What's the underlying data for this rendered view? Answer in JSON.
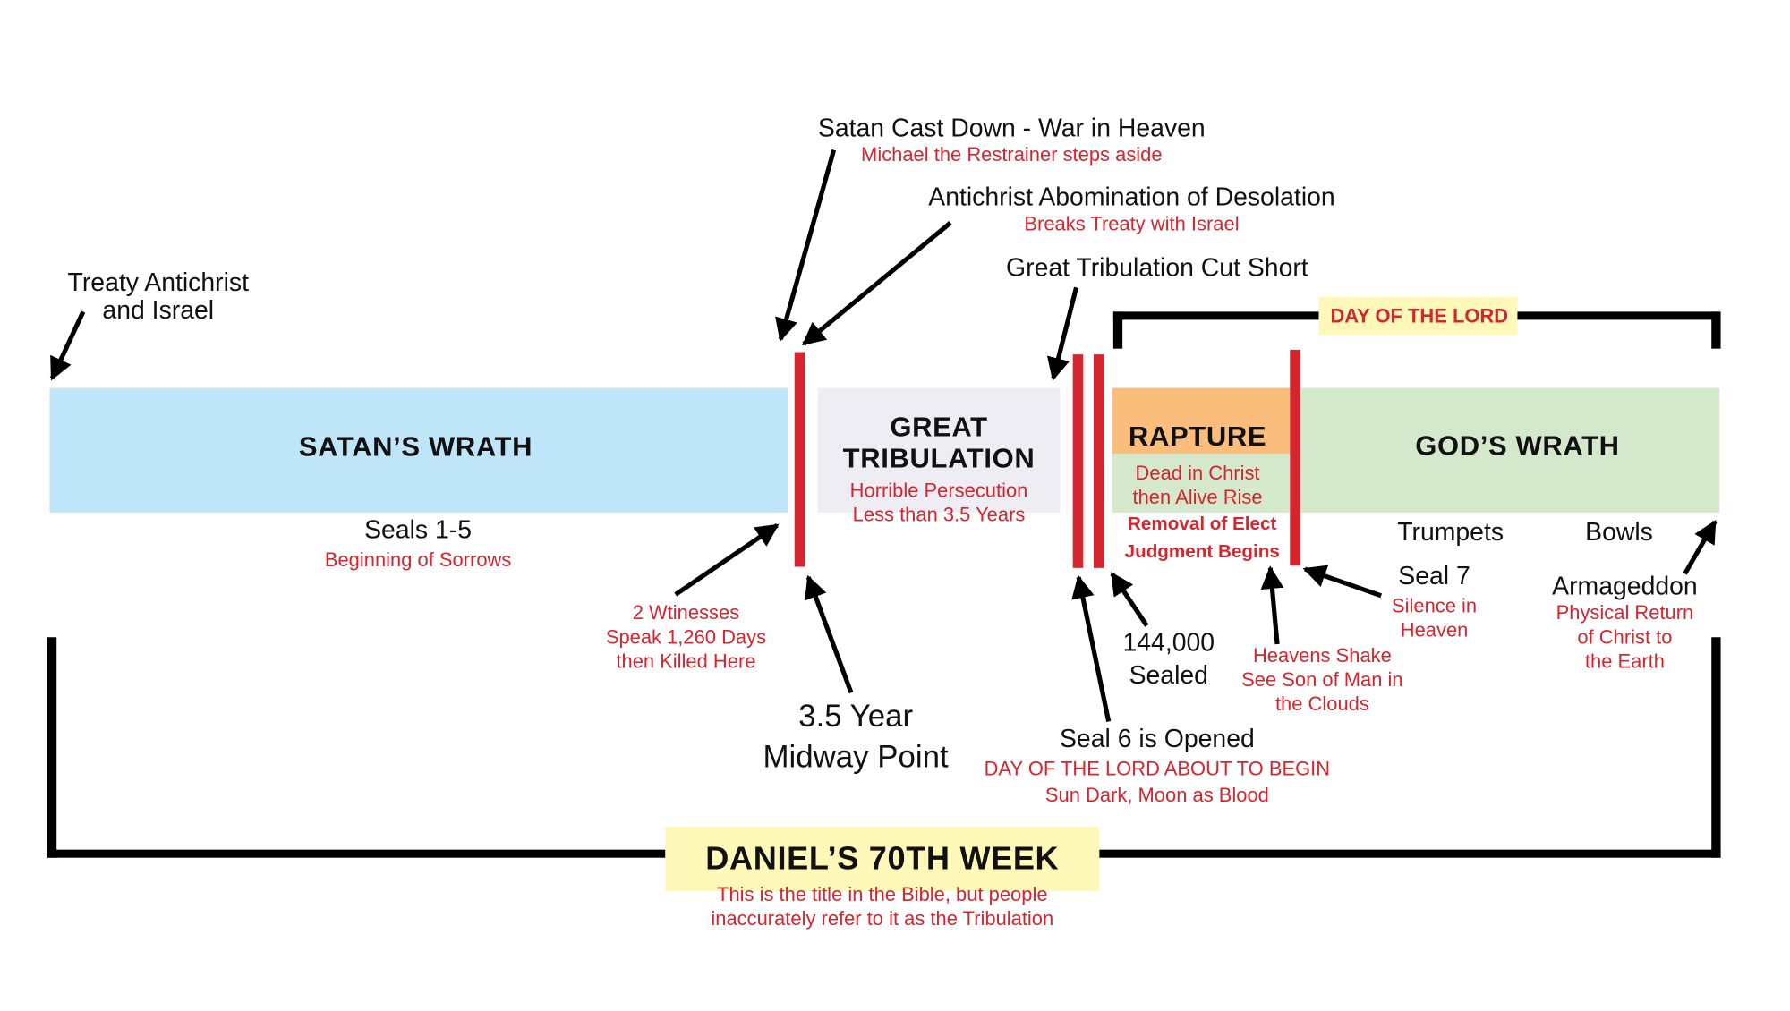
{
  "colors": {
    "satan": "#bfe5f8",
    "tribulation": "#eeedf4",
    "rapture": "#fbbd7c",
    "gods_wrath": "#d4e8cc",
    "label_bg": "#fef9b8",
    "red": "#d5252f"
  },
  "treaty": [
    "Treaty Antichrist",
    "and Israel"
  ],
  "satan_cast_down": {
    "title": "Satan Cast Down - War in Heaven",
    "sub": "Michael the Restrainer steps aside"
  },
  "abomination": {
    "title": "Antichrist Abomination of Desolation",
    "sub": "Breaks Treaty with Israel"
  },
  "cut_short": "Great Tribulation Cut Short",
  "day_of_lord": "DAY OF THE LORD",
  "satans_wrath": {
    "title": "SATAN’S WRATH",
    "seals": "Seals 1-5",
    "sub": "Beginning of Sorrows"
  },
  "great_tribulation": {
    "title": [
      "GREAT",
      "TRIBULATION"
    ],
    "sub": [
      "Horrible Persecution",
      "Less than 3.5 Years"
    ]
  },
  "rapture": {
    "title": "RAPTURE",
    "sub": [
      "Dead in Christ",
      "then Alive Rise"
    ],
    "below": [
      "Removal of Elect",
      "Judgment Begins"
    ]
  },
  "gods_wrath": {
    "title": "GOD’S WRATH",
    "trumpets": "Trumpets",
    "bowls": "Bowls"
  },
  "seal7": {
    "title": "Seal 7",
    "sub": [
      "Silence in",
      "Heaven"
    ]
  },
  "armageddon": {
    "title": "Armageddon",
    "sub": [
      "Physical Return",
      "of Christ to",
      "the Earth"
    ]
  },
  "witnesses": [
    "2 Wtinesses",
    "Speak 1,260 Days",
    "then Killed Here"
  ],
  "midway": [
    "3.5 Year",
    "Midway Point"
  ],
  "sealed": [
    "144,000",
    "Sealed"
  ],
  "heavens_shake": [
    "Heavens Shake",
    "See Son of Man in",
    "the Clouds"
  ],
  "seal6": {
    "title": "Seal 6 is Opened",
    "sub": [
      "DAY OF THE LORD ABOUT TO BEGIN",
      "Sun Dark, Moon as Blood"
    ]
  },
  "daniel": {
    "title": "DANIEL’S 70TH WEEK",
    "sub": [
      "This is the title in the Bible, but people",
      "inaccurately refer to it as the Tribulation"
    ]
  }
}
